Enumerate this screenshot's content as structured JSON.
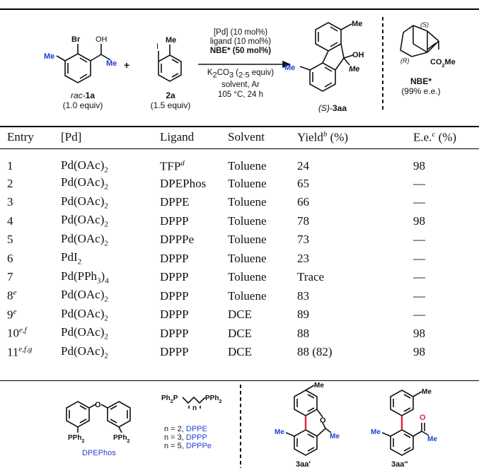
{
  "scheme": {
    "reactant1": {
      "label_prefix": "rac-",
      "label_num": "1a",
      "equiv": "(1.0 equiv)"
    },
    "reactant2": {
      "label_num": "2a",
      "equiv": "(1.5 equiv)"
    },
    "plus": "+",
    "conditions_above": [
      "[Pd] (10 mol%)",
      "ligand (10 mol%)",
      "NBE* (50 mol%)"
    ],
    "conditions_below": [
      "K2CO3 (2.5 equiv)",
      "solvent, Ar",
      "105 °C, 24 h"
    ],
    "product": {
      "label_prefix": "(S)-",
      "label_num": "3aa"
    },
    "nbe": {
      "label": "NBE*",
      "ee": "(99% e.e.)",
      "s_label": "(S)",
      "r_label": "(R)",
      "ester": "CO2Me"
    },
    "atoms": {
      "me": "Me",
      "br": "Br",
      "oh": "OH",
      "i": "I"
    }
  },
  "table": {
    "headers": [
      "Entry",
      "[Pd]",
      "Ligand",
      "Solvent",
      "Yield",
      "E.e."
    ],
    "header_sups": {
      "yield": "b",
      "ee": "c"
    },
    "header_units": {
      "yield": "(%)",
      "ee": "(%)"
    },
    "rows": [
      {
        "entry": "1",
        "sup": "",
        "pd": "Pd(OAc)2",
        "ligand": "TFP",
        "ligand_sup": "d",
        "solvent": "Toluene",
        "yield": "24",
        "ee": "98"
      },
      {
        "entry": "2",
        "sup": "",
        "pd": "Pd(OAc)2",
        "ligand": "DPEPhos",
        "ligand_sup": "",
        "solvent": "Toluene",
        "yield": "65",
        "ee": "—"
      },
      {
        "entry": "3",
        "sup": "",
        "pd": "Pd(OAc)2",
        "ligand": "DPPE",
        "ligand_sup": "",
        "solvent": "Toluene",
        "yield": "66",
        "ee": "—"
      },
      {
        "entry": "4",
        "sup": "",
        "pd": "Pd(OAc)2",
        "ligand": "DPPP",
        "ligand_sup": "",
        "solvent": "Toluene",
        "yield": "78",
        "ee": "98"
      },
      {
        "entry": "5",
        "sup": "",
        "pd": "Pd(OAc)2",
        "ligand": "DPPPe",
        "ligand_sup": "",
        "solvent": "Toluene",
        "yield": "73",
        "ee": "—"
      },
      {
        "entry": "6",
        "sup": "",
        "pd": "PdI2",
        "ligand": "DPPP",
        "ligand_sup": "",
        "solvent": "Toluene",
        "yield": "23",
        "ee": "—"
      },
      {
        "entry": "7",
        "sup": "",
        "pd": "Pd(PPh3)4",
        "ligand": "DPPP",
        "ligand_sup": "",
        "solvent": "Toluene",
        "yield": "Trace",
        "ee": "—"
      },
      {
        "entry": "8",
        "sup": "e",
        "pd": "Pd(OAc)2",
        "ligand": "DPPP",
        "ligand_sup": "",
        "solvent": "Toluene",
        "yield": "83",
        "ee": "—"
      },
      {
        "entry": "9",
        "sup": "e",
        "pd": "Pd(OAc)2",
        "ligand": "DPPP",
        "ligand_sup": "",
        "solvent": "DCE",
        "yield": "89",
        "ee": "—"
      },
      {
        "entry": "10",
        "sup": "e,f",
        "pd": "Pd(OAc)2",
        "ligand": "DPPP",
        "ligand_sup": "",
        "solvent": "DCE",
        "yield": "88",
        "ee": "98"
      },
      {
        "entry": "11",
        "sup": "e,f,g",
        "pd": "Pd(OAc)2",
        "ligand": "DPPP",
        "ligand_sup": "",
        "solvent": "DCE",
        "yield": "88 (82)",
        "ee": "98"
      }
    ]
  },
  "bottom": {
    "dpephos": {
      "label": "DPEPhos",
      "pph2": "PPh2",
      "o": "O"
    },
    "dppx": {
      "ph2p": "Ph2P",
      "pph2": "PPh2",
      "n": "n",
      "lines": [
        {
          "prefix": "n = 2, ",
          "name": "DPPE"
        },
        {
          "prefix": "n = 3, ",
          "name": "DPPP"
        },
        {
          "prefix": "n = 5, ",
          "name": "DPPPe"
        }
      ]
    },
    "aa1": {
      "label": "3aa'",
      "o": "O",
      "me": "Me"
    },
    "aa2": {
      "label": "3aa''",
      "o": "O",
      "me": "Me"
    }
  }
}
